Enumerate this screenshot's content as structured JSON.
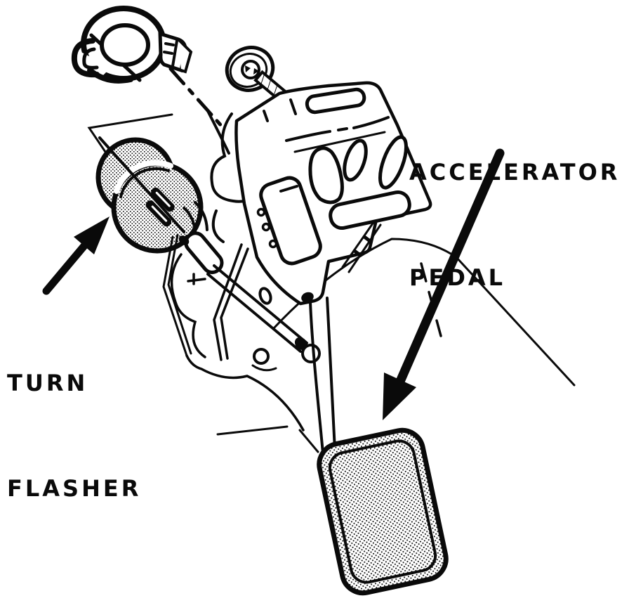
{
  "figure": {
    "type": "service-manual-line-drawing",
    "background_color": "#ffffff",
    "ink_color": "#0a0a0a",
    "labels": {
      "accelerator_pedal": {
        "line1": "ACCELERATOR",
        "line2": "PEDAL"
      },
      "turn_flasher": {
        "line1": "TURN",
        "line2": "FLASHER"
      }
    },
    "callouts": [
      {
        "text": "TURN FLASHER",
        "arrow_direction": "up-right",
        "points_to": "turn-flasher-relay"
      },
      {
        "text": "ACCELERATOR PEDAL",
        "arrow_direction": "down-left",
        "points_to": "accelerator-pedal"
      }
    ]
  }
}
